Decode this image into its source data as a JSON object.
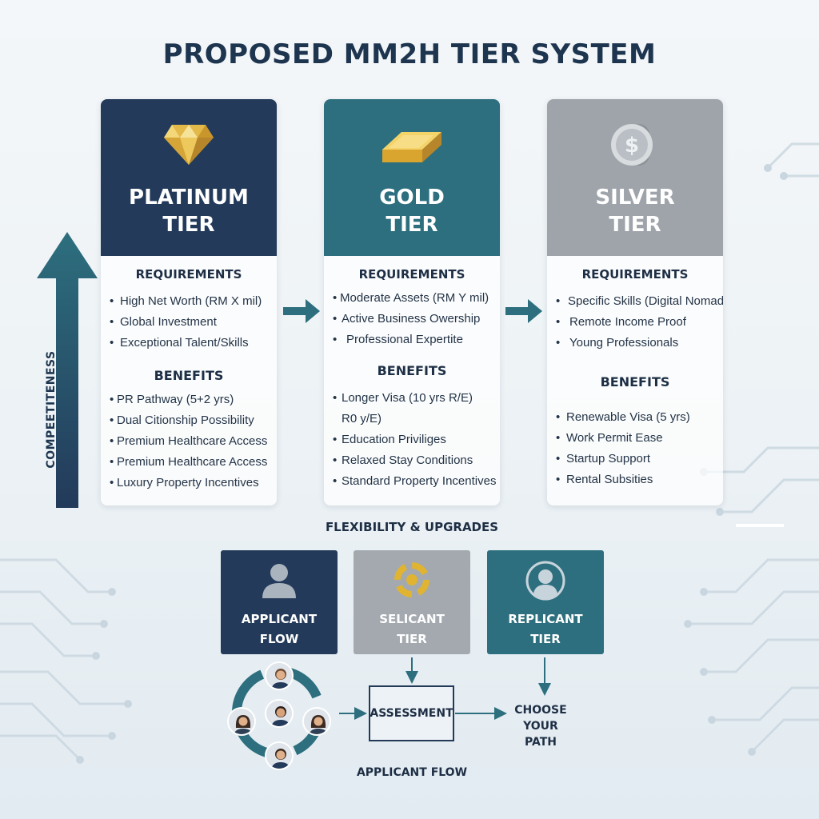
{
  "title": "PROPOSED MM2H TIER SYSTEM",
  "side_axis_label": "COMPEETITENESS",
  "tiers": [
    {
      "name": "PLATINUM\nTIER",
      "icon": "diamond-icon",
      "color": "#233a5a",
      "requirements_title": "REQUIREMENTS",
      "requirements": [
        "High Net Worth (RM X mil)",
        "Global Investment",
        "Exceptional Talent/Skills"
      ],
      "benefits_title": "BENEFITS",
      "benefits": [
        "PR Pathway (5+2 yrs)",
        "Dual Citionship Possibility",
        "Premium Healthcare Access",
        "Premium Healthcare Access",
        "Luxury Property Incentives"
      ]
    },
    {
      "name": "GOLD\nTIER",
      "icon": "gold-bar-icon",
      "color": "#2d6f7e",
      "requirements_title": "REQUIREMENTS",
      "requirements": [
        "Moderate Assets (RM Y mil)",
        "Active Business Owership",
        "Professional Expertite"
      ],
      "benefits_title": "BENEFITS",
      "benefits": [
        "Longer Visa (10 yrs R/E)",
        "R0 y/E)",
        "Education Priviliges",
        "Relaxed Stay Conditions",
        "Standard Property Incentives"
      ]
    },
    {
      "name": "SILVER\nTIER",
      "icon": "silver-coin-icon",
      "color": "#9ea4aa",
      "requirements_title": "REQUIREMENTS",
      "requirements": [
        "Specific Skills (Digital Nomad)",
        "Remote Income Proof",
        "Young Professionals"
      ],
      "benefits_title": "BENEFITS",
      "benefits": [
        "Renewable Visa (5 yrs)",
        "Work Permit Ease",
        "Startup Support",
        "Rental Subsities"
      ]
    }
  ],
  "flexibility": {
    "title": "FLEXIBILITY & UPGRADES",
    "cards": [
      {
        "label": "APPLICANT\nFLOW",
        "icon": "person-icon",
        "color": "#233a5a"
      },
      {
        "label": "SELICANT\nTIER",
        "icon": "target-icon",
        "color": "#a3a9af"
      },
      {
        "label": "REPLICANT\nTIER",
        "icon": "user-circle-icon",
        "color": "#2d6f7e"
      }
    ],
    "assessment": "ASSESSMENT",
    "choose": "CHOOSE\nYOUR PATH",
    "bottom_label": "APPLICANT FLOW"
  },
  "colors": {
    "navy": "#233a5a",
    "teal": "#2d6f7e",
    "silver": "#9ea4aa",
    "gold": "#e0b431"
  }
}
